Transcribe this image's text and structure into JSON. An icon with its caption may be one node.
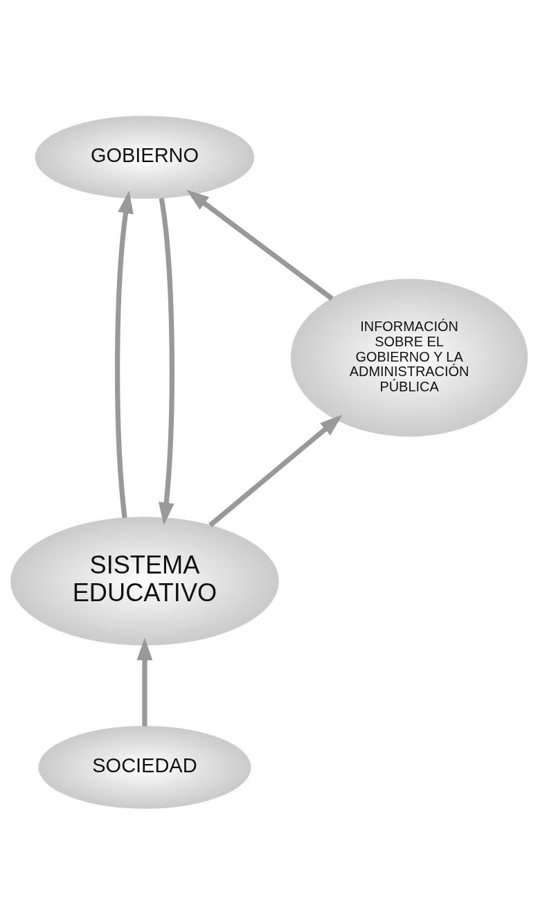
{
  "diagram": {
    "nodes": [
      {
        "text": [
          "SOCIEDAD"
        ]
      },
      {
        "text": [
          "SISTEMA EDUCATIVO"
        ]
      },
      {
        "text": [
          "GOBIERNO"
        ]
      },
      {
        "text": [
          "INFORMACIÓN SOBRE EL GOBIERNO Y LA ADMINISTRACIÓN PÚBLICA"
        ]
      }
    ],
    "edges": [
      {
        "from": 0,
        "to": 1,
        "arrow": "to"
      },
      {
        "from": 1,
        "to": 2,
        "arrow": "to"
      },
      {
        "from": 2,
        "to": 1,
        "arrow": "to"
      },
      {
        "from": 1,
        "to": 3,
        "arrow": "to"
      },
      {
        "from": 3,
        "to": 2,
        "arrow": "to"
      }
    ]
  }
}
